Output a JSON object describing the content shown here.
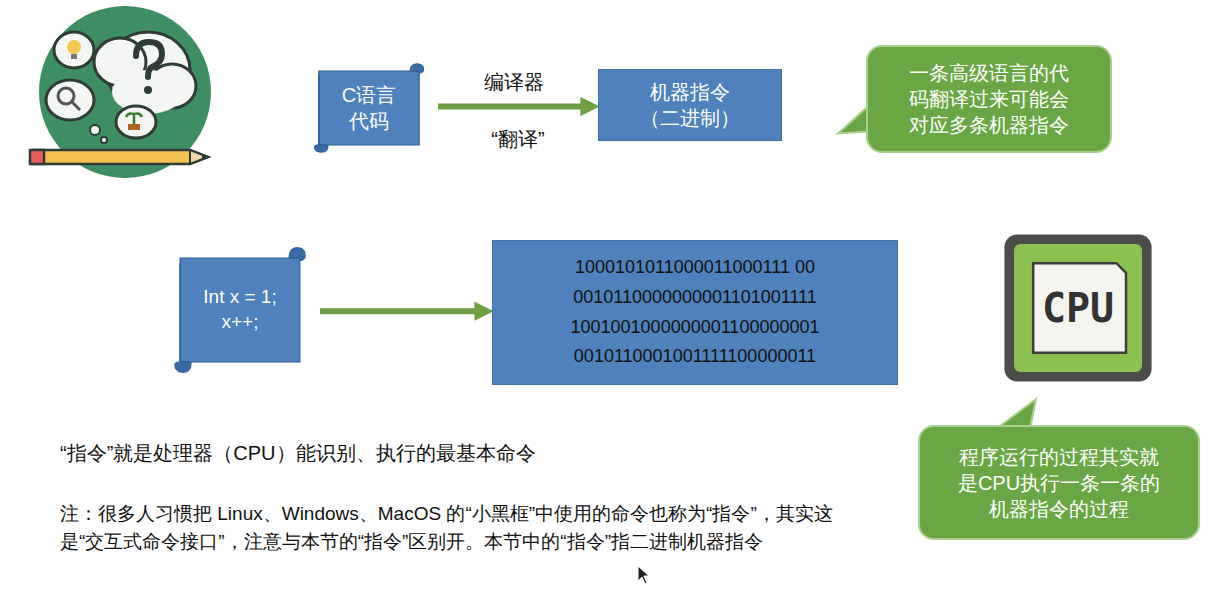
{
  "diagram": {
    "nodes": [
      {
        "text": [
          "C语言代码"
        ]
      },
      {
        "text": [
          "机器指令",
          "（二进制）"
        ]
      },
      {
        "text": [
          "一条高级语言的代码翻译过来可能会对应多条机器指令"
        ]
      },
      {
        "text": [
          "Int x = 1;",
          "x++;"
        ]
      },
      {
        "text": [
          "1000101011000011000111 00",
          "0010110000000001101001111",
          "1001001000000001100000001",
          "0010110001001111100000011"
        ]
      },
      {
        "text": [
          "CPU"
        ]
      },
      {
        "text": [
          "程序运行的过程其实就是CPU执行一条一条的机器指令的过程"
        ]
      }
    ],
    "edges": [
      {
        "from": 0,
        "to": 1,
        "arrow": "to",
        "label": "编译器"
      },
      {
        "from": 3,
        "to": 4,
        "arrow": "to"
      }
    ],
    "labels": [
      "“翻译”",
      "“指令”就是处理器（CPU）能识别、执行的最基本命令",
      "注：很多人习惯把 Linux、Windows、MacOS 的“小黑框”中使用的命令也称为“指令”，其实这是“交互式命令接口”，注意与本节的“指令”区别开。本节中的“指令”指二进制机器指令"
    ]
  }
}
